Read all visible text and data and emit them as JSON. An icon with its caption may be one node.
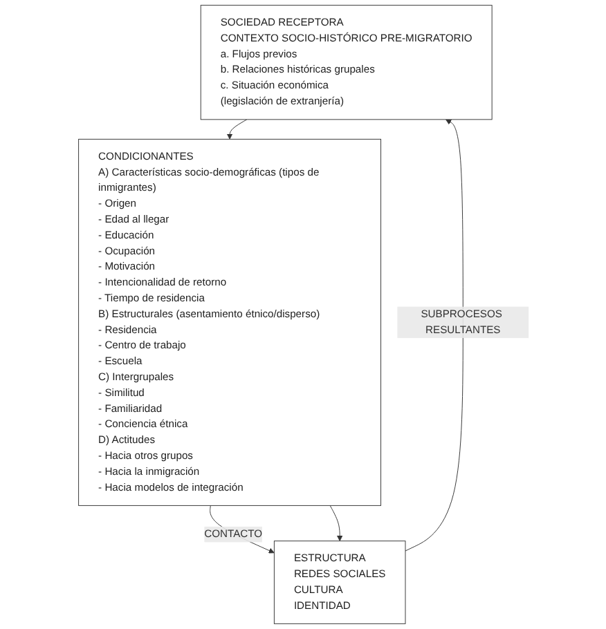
{
  "diagram": {
    "nodes": [
      {
        "text": [
          "SOCIEDAD RECEPTORA",
          "CONTEXTO SOCIO-HISTÓRICO PRE-MIGRATORIO",
          "a. Flujos previos",
          "b. Relaciones históricas grupales",
          "c. Situación económica",
          "(legislación de extranjería)"
        ]
      },
      {
        "text": [
          "CONDICIONANTES",
          "A) Características socio-demográficas (tipos de inmigrantes)",
          "- Origen",
          "- Edad al llegar",
          "- Educación",
          "- Ocupación",
          "- Motivación",
          "- Intencionalidad de retorno",
          "- Tiempo de residencia",
          "B) Estructurales (asentamiento étnico/disperso)",
          "- Residencia",
          "- Centro de trabajo",
          "- Escuela",
          "C) Intergrupales",
          "- Similitud",
          "- Familiaridad",
          "- Conciencia étnica",
          "D) Actitudes",
          "- Hacia otros grupos",
          "- Hacia la inmigración",
          "- Hacia modelos de integración"
        ]
      },
      {
        "text": [
          "ESTRUCTURA",
          "REDES SOCIALES",
          "CULTURA",
          "IDENTIDAD"
        ]
      }
    ],
    "edges": [
      {
        "from": 0,
        "to": 1,
        "arrow": "to"
      },
      {
        "from": 1,
        "to": 2,
        "label": "CONTACTO",
        "arrow": "to"
      },
      {
        "from": 1,
        "to": 2,
        "arrow": "to"
      },
      {
        "from": 2,
        "to": 0,
        "label": "SUBPROCESOS RESULTANTES",
        "arrow": "to"
      }
    ]
  }
}
